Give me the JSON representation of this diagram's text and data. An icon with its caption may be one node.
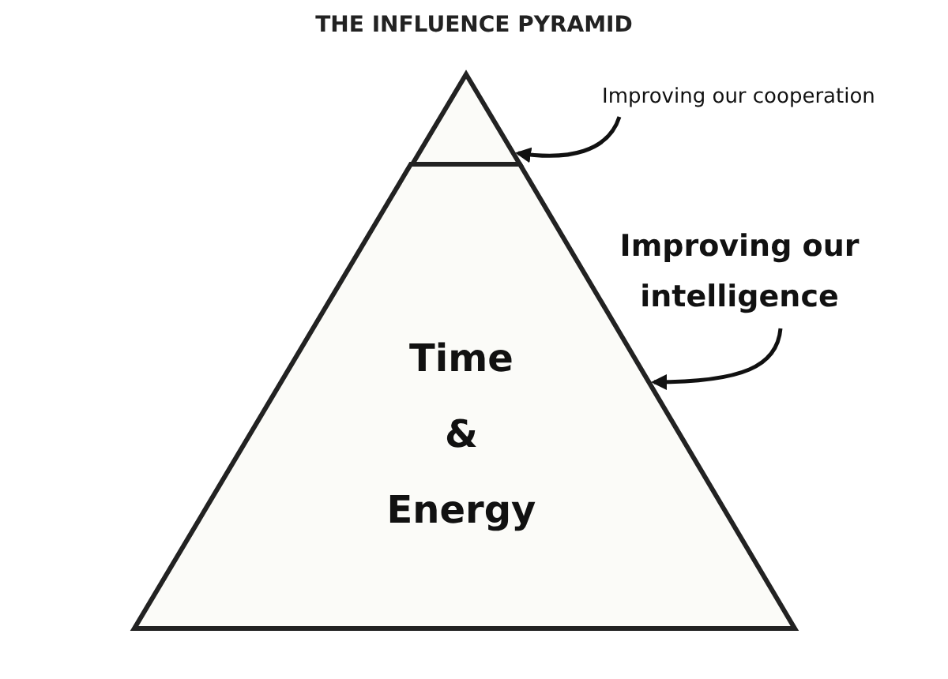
{
  "diagram": {
    "title": "THE INFLUENCE PYRAMID",
    "nodes": [
      {
        "text": [
          "Improving our cooperation"
        ]
      },
      {
        "text": [],
        "shape": "triangle"
      },
      {
        "text": [
          "Time & Energy"
        ]
      },
      {
        "text": [
          "Improving our intelligence"
        ]
      }
    ],
    "edges": [
      {
        "from": 0,
        "to": 1,
        "arrow": "to"
      },
      {
        "from": 3,
        "to": 2,
        "arrow": "to"
      }
    ]
  }
}
